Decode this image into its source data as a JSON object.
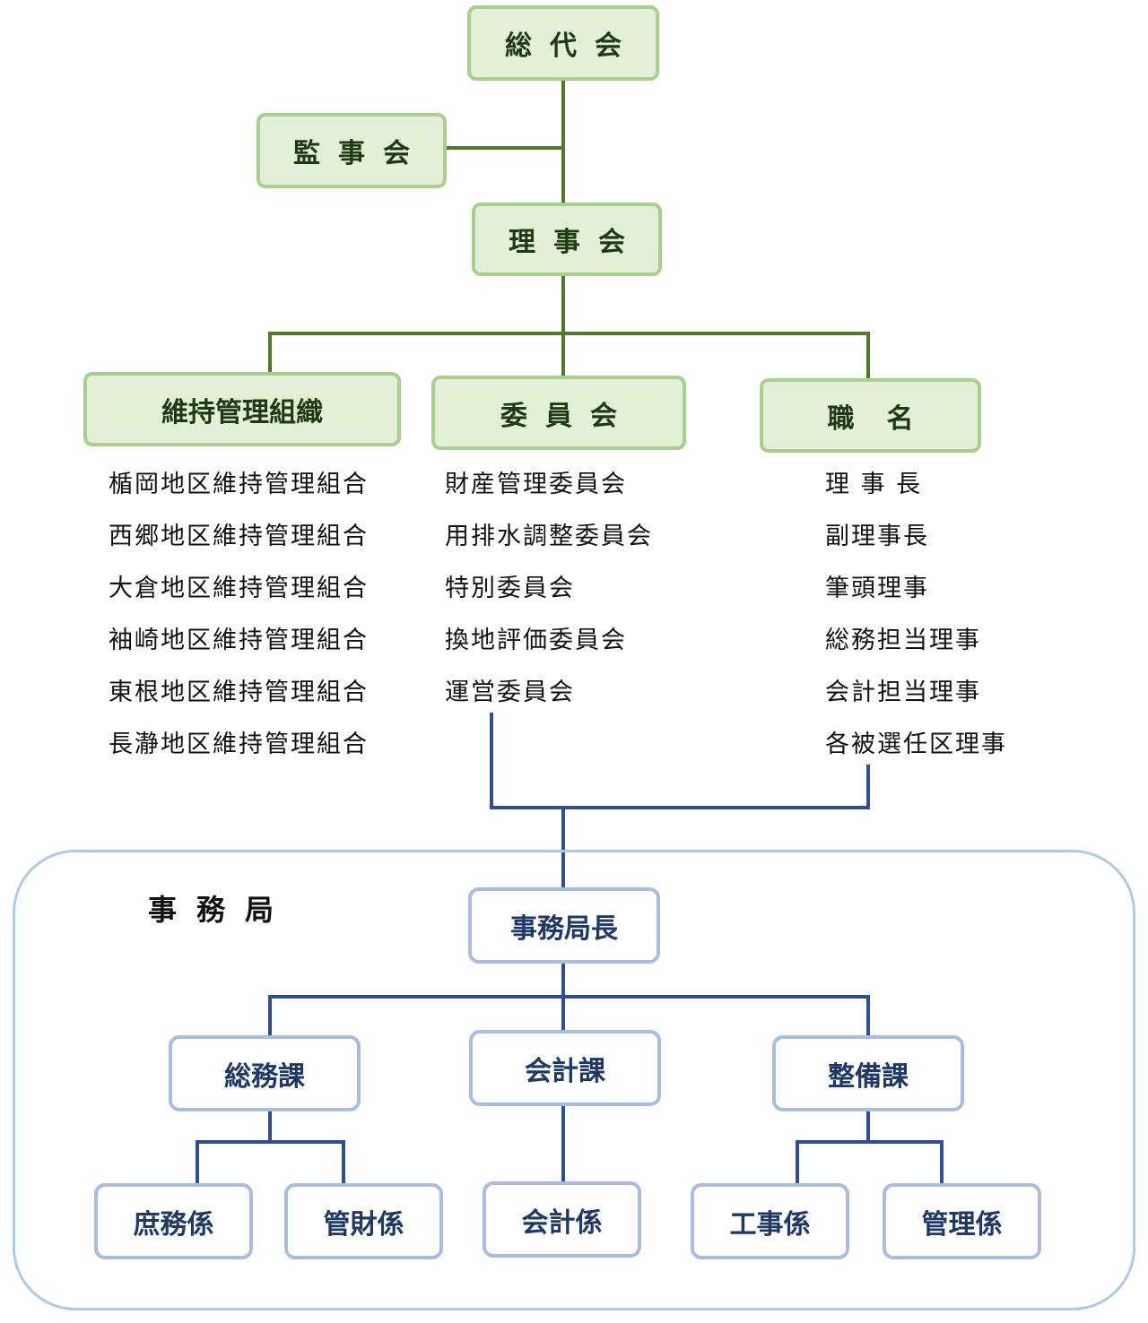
{
  "top": {
    "general_assembly": "総代会",
    "auditors": "監事会",
    "board": "理事会"
  },
  "columns": {
    "maintenance": {
      "title": "維持管理組織",
      "items": [
        "楯岡地区維持管理組合",
        "西郷地区維持管理組合",
        "大倉地区維持管理組合",
        "袖崎地区維持管理組合",
        "東根地区維持管理組合",
        "長瀞地区維持管理組合"
      ]
    },
    "committees": {
      "title": "委員会",
      "items": [
        "財産管理委員会",
        "用排水調整委員会",
        "特別委員会",
        "換地評価委員会",
        "運営委員会"
      ]
    },
    "positions": {
      "title": "職名",
      "items": [
        "理 事 長",
        "副理事長",
        "筆頭理事",
        "総務担当理事",
        "会計担当理事",
        "各被選任区理事"
      ]
    }
  },
  "office": {
    "label": "事務局",
    "director": "事務局長",
    "sections": {
      "general": {
        "name": "総務課",
        "units": [
          "庶務係",
          "管財係"
        ]
      },
      "accounting": {
        "name": "会計課",
        "units": [
          "会計係"
        ]
      },
      "maintenance": {
        "name": "整備課",
        "units": [
          "工事係",
          "管理係"
        ]
      }
    }
  },
  "colors": {
    "green_fill": "#e3efd8",
    "green_border": "#a8d08d",
    "green_line": "#4f7a2c",
    "blue_border": "#a8bde0",
    "blue_line": "#2f4f8f",
    "blue_text": "#1f3864"
  }
}
